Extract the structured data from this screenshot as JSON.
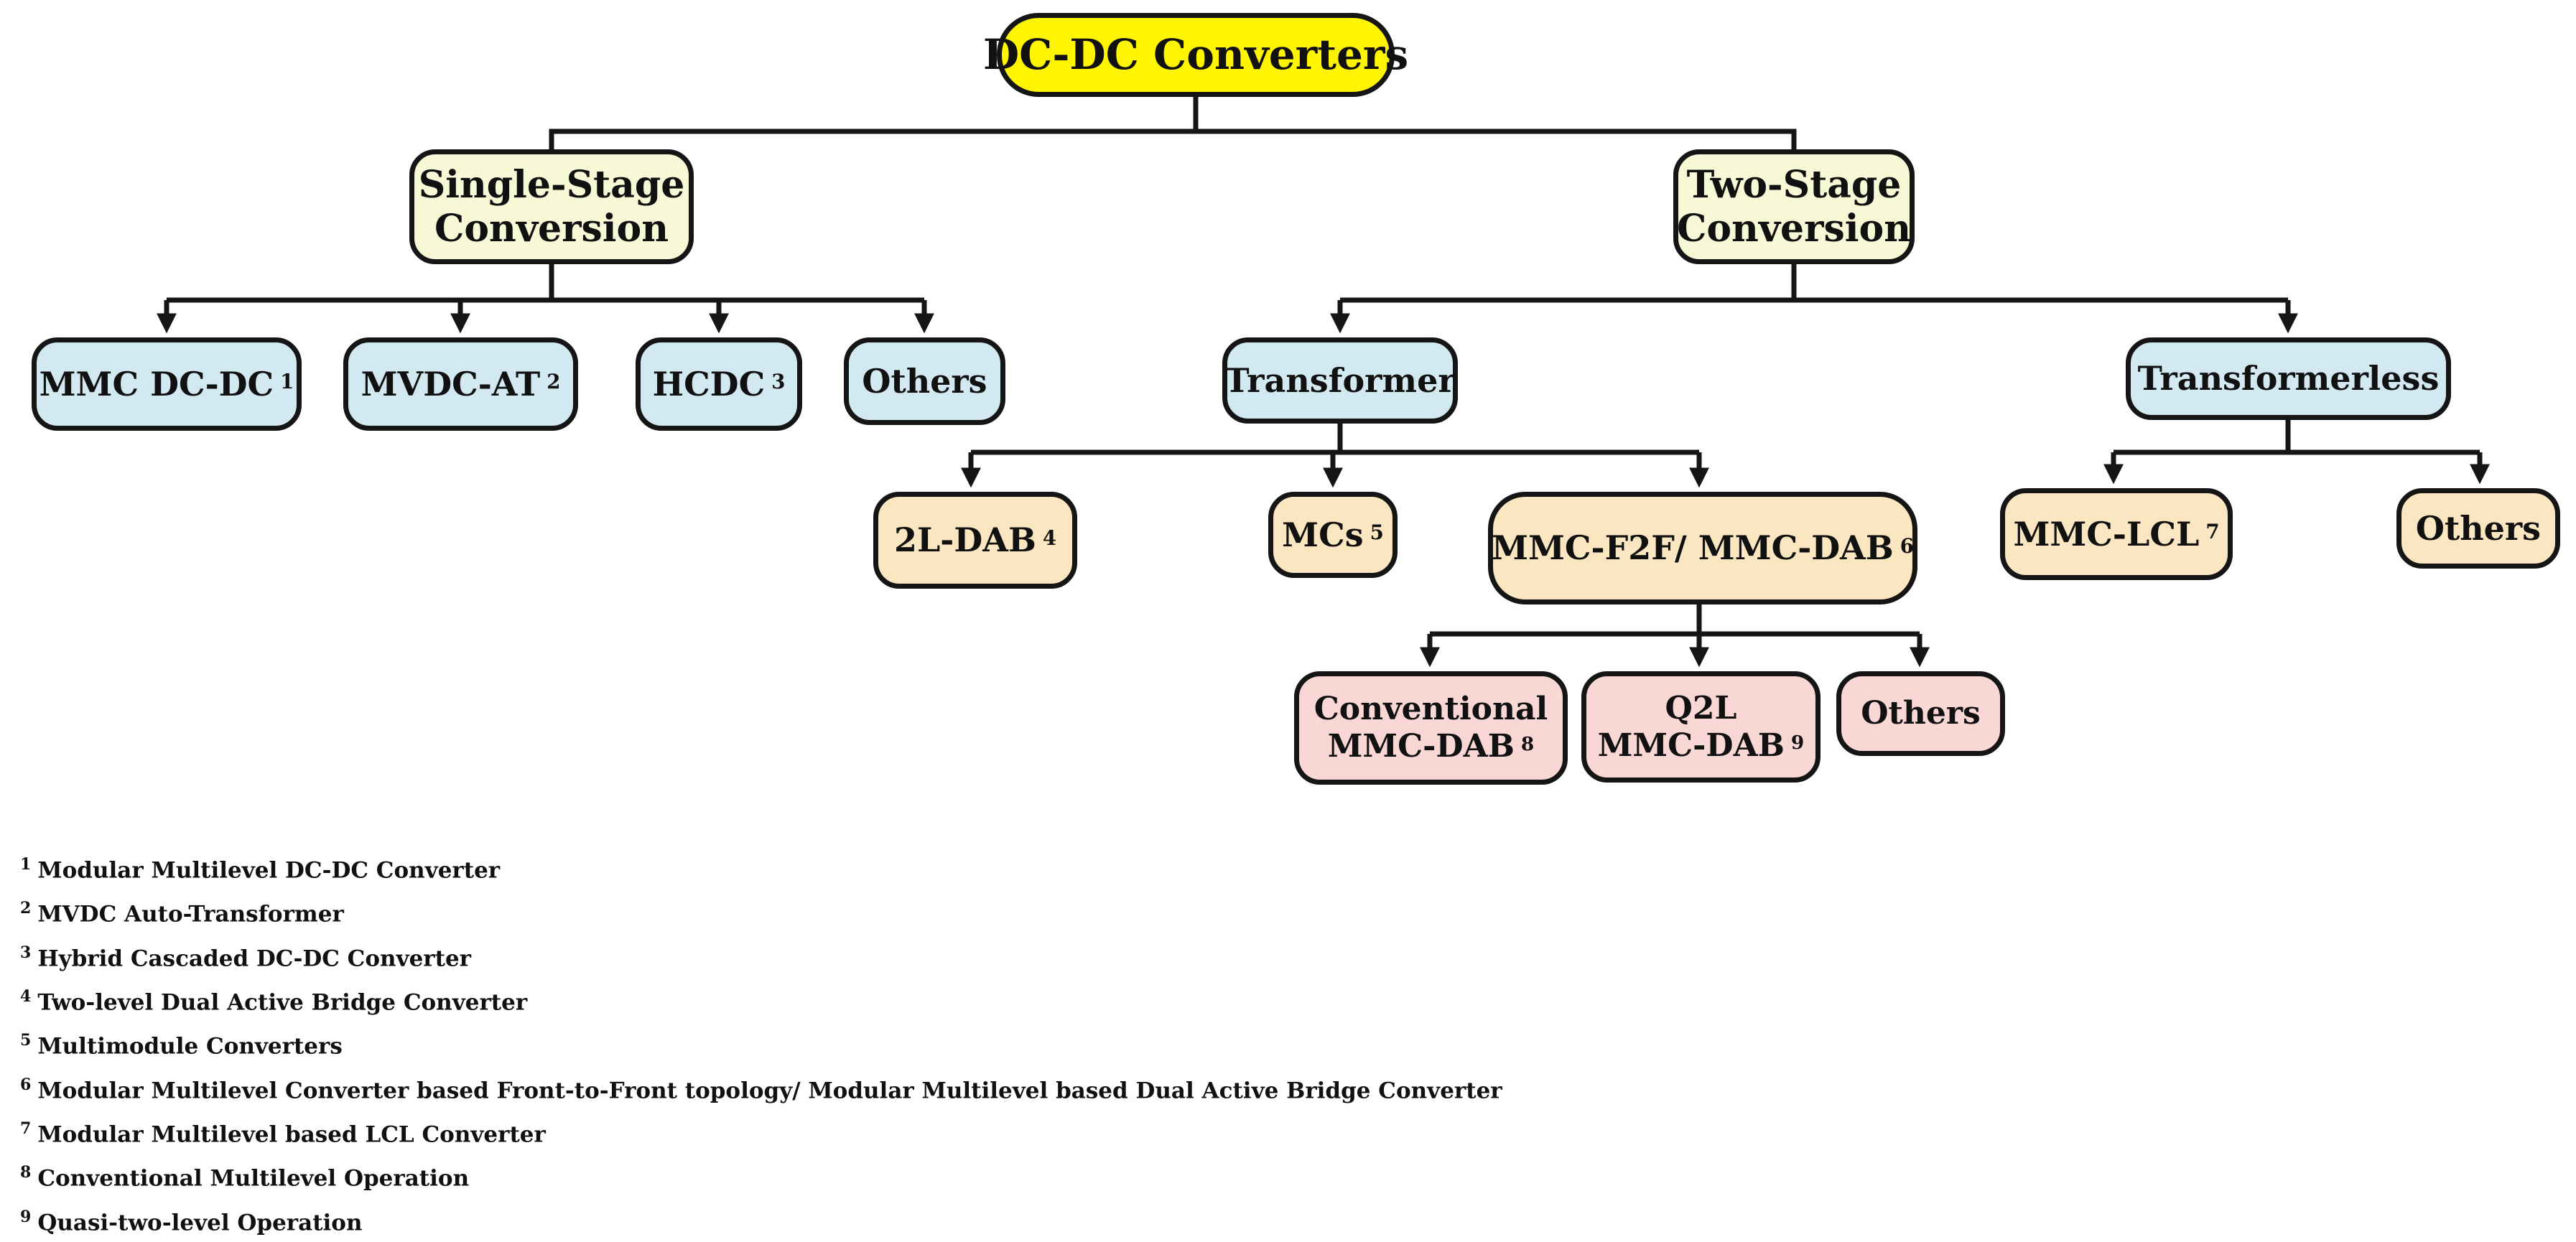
{
  "diagram": {
    "root": {
      "label": "DC-DC Converters"
    },
    "single_stage": {
      "line1": "Single-Stage",
      "line2": "Conversion"
    },
    "two_stage": {
      "line1": "Two-Stage",
      "line2": "Conversion"
    },
    "mmc_dcdc": {
      "label": "MMC DC-DC",
      "sup": "1"
    },
    "mvdc_at": {
      "label": "MVDC-AT",
      "sup": "2"
    },
    "hcdc": {
      "label": "HCDC",
      "sup": "3"
    },
    "others_single": {
      "label": "Others"
    },
    "transformer": {
      "label": "Transformer"
    },
    "transformerless": {
      "label": "Transformerless"
    },
    "dab_2l": {
      "label": "2L-DAB",
      "sup": "4"
    },
    "mcs": {
      "label": "MCs",
      "sup": "5"
    },
    "mmc_f2f": {
      "label": "MMC-F2F/ MMC-DAB",
      "sup": "6"
    },
    "mmc_lcl": {
      "label": "MMC-LCL",
      "sup": "7"
    },
    "others_transformerless": {
      "label": "Others"
    },
    "conventional_mmc_dab": {
      "line1": "Conventional",
      "line2": "MMC-DAB",
      "sup": "8"
    },
    "q2l_mmc_dab": {
      "line1": "Q2L",
      "line2": "MMC-DAB",
      "sup": "9"
    },
    "others_mmc_f2f": {
      "label": "Others"
    }
  },
  "colors": {
    "root_fill": "#FFF500",
    "stage_fill": "#F7F8D6",
    "level1_fill": "#D2E9F2",
    "level2_fill": "#FAE6C0",
    "level3_fill": "#F8D7D5",
    "line_and_border": "#151515",
    "background": "#FFFFFF"
  },
  "footnotes": [
    {
      "num": "1",
      "text": "Modular Multilevel DC-DC Converter"
    },
    {
      "num": "2",
      "text": "MVDC Auto-Transformer"
    },
    {
      "num": "3",
      "text": "Hybrid Cascaded DC-DC Converter"
    },
    {
      "num": "4",
      "text": "Two-level Dual Active Bridge Converter"
    },
    {
      "num": "5",
      "text": "Multimodule Converters"
    },
    {
      "num": "6",
      "text": "Modular Multilevel Converter based Front-to-Front topology/ Modular Multilevel based Dual Active Bridge Converter"
    },
    {
      "num": "7",
      "text": "Modular Multilevel based LCL Converter"
    },
    {
      "num": "8",
      "text": "Conventional Multilevel Operation"
    },
    {
      "num": "9",
      "text": "Quasi-two-level Operation"
    }
  ]
}
